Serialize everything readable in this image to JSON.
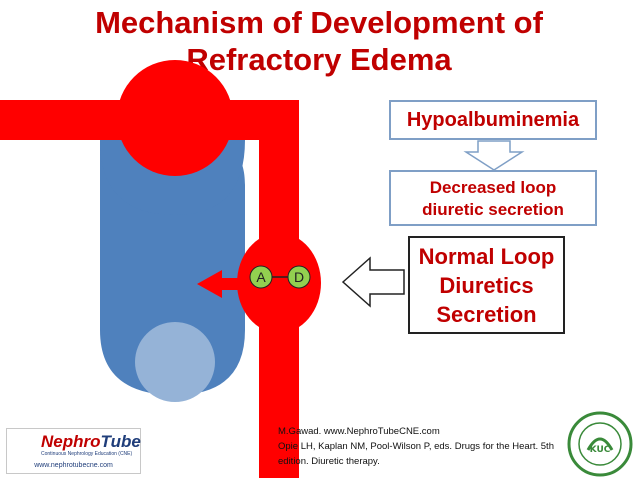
{
  "title": {
    "line1": "Mechanism of Development of",
    "line2": "Refractory Edema"
  },
  "boxes": {
    "hypoalbuminemia": "Hypoalbuminemia",
    "decreased_line1": "Decreased loop",
    "decreased_line2": "diuretic secretion",
    "normal_line1": "Normal Loop",
    "normal_line2": "Diuretics",
    "normal_line3": "Secretion"
  },
  "transporters": {
    "a_label": "A",
    "d_label": "D"
  },
  "citation": {
    "line1": "M.Gawad. www.NephroTubeCNE.com",
    "line2": "Opie LH, Kaplan NM, Pool-Wilson P, eds. Drugs for the Heart. 5th",
    "line3": "edition. Diuretic therapy."
  },
  "logo_left": {
    "brand_part1": "Nephro",
    "brand_part2": "Tube",
    "tagline": "Continuous Nephrology Education (CNE)",
    "url": "www.nephrotubecne.com"
  },
  "logo_right": {
    "letters": "KUC"
  },
  "colors": {
    "vessel_red": "#ff0000",
    "tubule_blue": "#4f81bd",
    "tubule_light": "#95b3d7",
    "box_border": "#7f9fc6",
    "title_red": "#c00000",
    "transporter_green": "#92d050"
  }
}
